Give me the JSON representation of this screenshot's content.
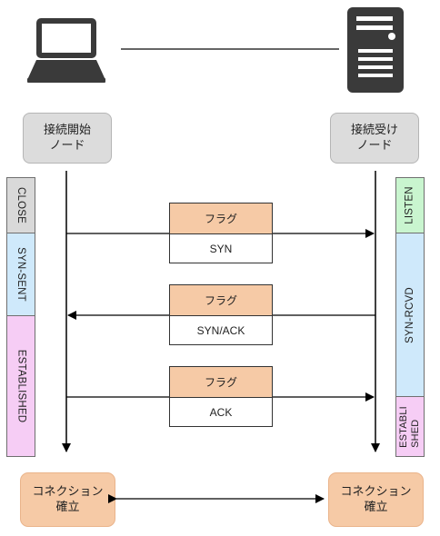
{
  "nodes": {
    "initiator": {
      "line1": "接続開始",
      "line2": "ノード"
    },
    "acceptor": {
      "line1": "接続受け",
      "line2": "ノード"
    }
  },
  "states": {
    "left": {
      "close": "CLOSE",
      "syn_sent": "SYN-SENT",
      "established": "ESTABLISHED"
    },
    "right": {
      "listen": "LISTEN",
      "syn_rcvd": "SYN-RCVD",
      "established_line1": "ESTABLI",
      "established_line2": "SHED"
    }
  },
  "messages": [
    {
      "flag_label": "フラグ",
      "name": "SYN",
      "direction": "right"
    },
    {
      "flag_label": "フラグ",
      "name": "SYN/ACK",
      "direction": "left"
    },
    {
      "flag_label": "フラグ",
      "name": "ACK",
      "direction": "right"
    }
  ],
  "connection": {
    "left": {
      "line1": "コネクション",
      "line2": "確立"
    },
    "right": {
      "line1": "コネクション",
      "line2": "確立"
    }
  },
  "colors": {
    "gray_state": "#d9d9d9",
    "blue_state": "#cfe9fb",
    "pink_state": "#f6cdf5",
    "green_state": "#c9f5cf",
    "orange": "#f6caa6",
    "icon_dark": "#3a3a3a"
  },
  "icons": {
    "client": "computer-icon",
    "server": "server-icon"
  }
}
